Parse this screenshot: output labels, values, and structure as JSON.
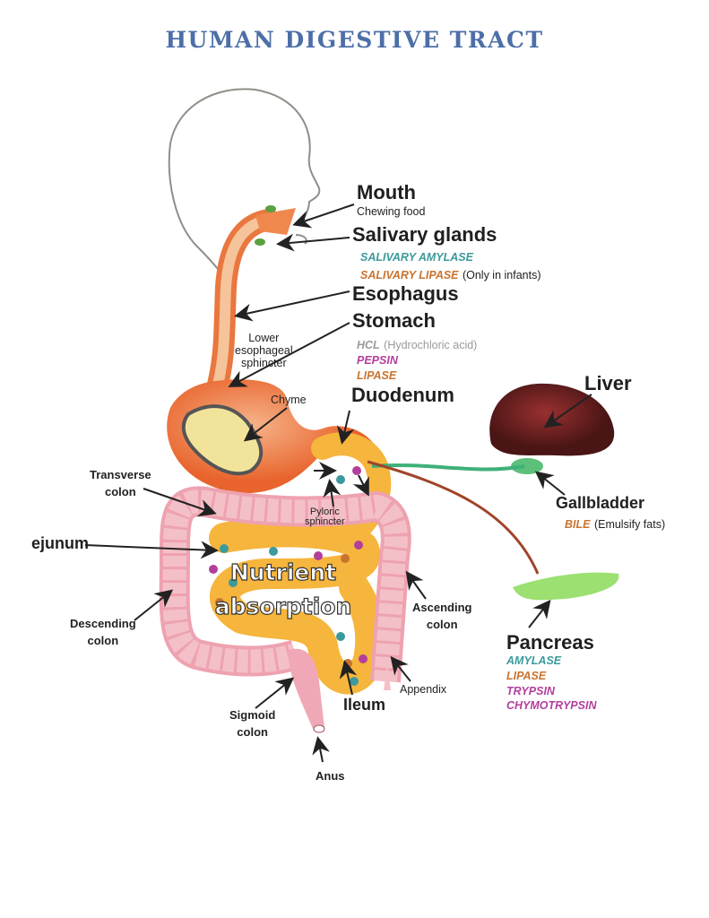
{
  "title": "HUMAN DIGESTIVE TRACT",
  "colors": {
    "title": "#4d6fa8",
    "teal": "#3c9a9c",
    "orange": "#c9732e",
    "magenta": "#b23f9c",
    "grey": "#9a9a9a"
  },
  "labels": {
    "mouth": {
      "name": "Mouth",
      "note": "Chewing food"
    },
    "salivary": {
      "name": "Salivary glands",
      "enzyme1": "SALIVARY AMYLASE",
      "enzyme2": "SALIVARY LIPASE",
      "enzyme2_note": "(Only in infants)"
    },
    "esophagus": "Esophagus",
    "stomach": {
      "name": "Stomach",
      "hcl": "HCL",
      "hcl_note": "(Hydrochloric acid)",
      "pepsin": "PEPSIN",
      "lipase": "LIPASE"
    },
    "duodenum": "Duodenum",
    "liver": "Liver",
    "gallbladder": {
      "name": "Gallbladder",
      "bile": "BILE",
      "bile_note": "(Emulsify fats)"
    },
    "pancreas": {
      "name": "Pancreas",
      "enzymes": [
        "AMYLASE",
        "LIPASE",
        "TRYPSIN",
        "CHYMOTRYPSIN"
      ]
    },
    "les": [
      "Lower",
      "esophageal",
      "sphincter"
    ],
    "chyme": "Chyme",
    "transverse": [
      "Transverse",
      "colon"
    ],
    "pyloric": [
      "Pyloric",
      "sphincter"
    ],
    "jejunum": "ejunum",
    "nutrient": [
      "Nutrient",
      "absorption"
    ],
    "descending": [
      "Descending",
      "colon"
    ],
    "ascending": [
      "Ascending",
      "colon"
    ],
    "appendix": "Appendix",
    "ileum": "Ileum",
    "sigmoid": [
      "Sigmoid",
      "colon"
    ],
    "anus": "Anus"
  }
}
